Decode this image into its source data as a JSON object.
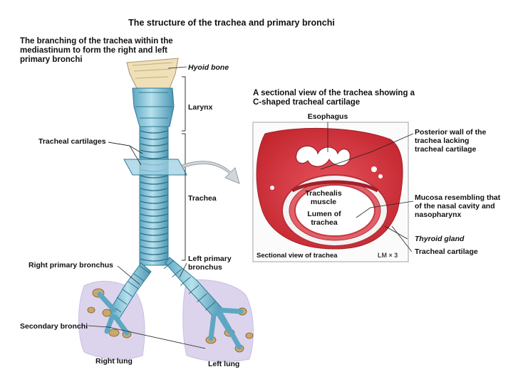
{
  "title": "The structure of the trachea and primary bronchi",
  "left_heading": "The branching of the trachea within the mediastinum to form the right and left primary bronchi",
  "right_heading": "A sectional view of the trachea showing a C-shaped tracheal cartilage",
  "labels": {
    "hyoid_bone": "Hyoid bone",
    "larynx": "Larynx",
    "tracheal_cartilages": "Tracheal cartilages",
    "trachea": "Trachea",
    "left_primary_bronchus": "Left primary bronchus",
    "right_primary_bronchus": "Right primary bronchus",
    "secondary_bronchi": "Secondary bronchi",
    "right_lung": "Right lung",
    "left_lung": "Left lung"
  },
  "inset": {
    "esophagus": "Esophagus",
    "trachealis_muscle": "Trachealis muscle",
    "lumen": "Lumen of trachea",
    "posterior_wall": "Posterior wall of the trachea lacking tracheal cartilage",
    "mucosa": "Mucosa resembling that of the nasal cavity and nasopharynx",
    "thyroid_gland": "Thyroid gland",
    "tracheal_cartilage": "Tracheal cartilage",
    "caption": "Sectional view of trachea",
    "magnification": "LM × 3"
  },
  "colors": {
    "cartilage_blue": "#8cc4d8",
    "cartilage_dark": "#3e8aa6",
    "tissue_red": "#d8343f",
    "lung_lavender": "#d9d2e9",
    "bone": "#efe0b8"
  }
}
